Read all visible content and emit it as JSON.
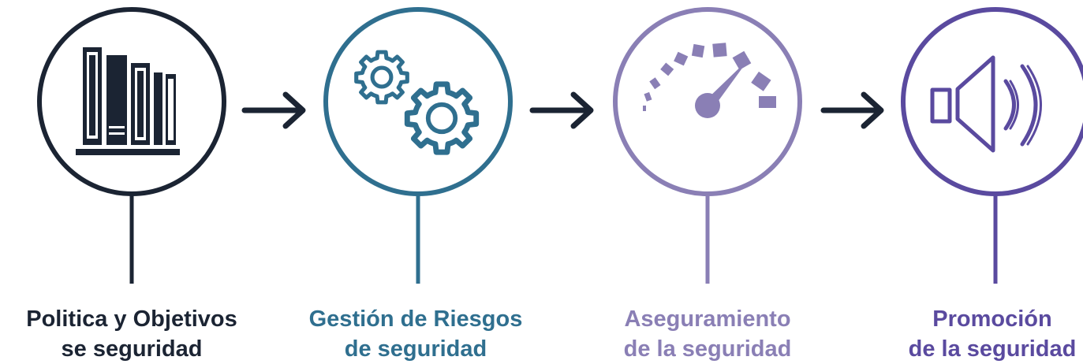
{
  "steps": [
    {
      "icon": "books-icon",
      "color": "#1b2433",
      "line1": "Politica y Objetivos",
      "line2": "se seguridad"
    },
    {
      "icon": "gears-icon",
      "color": "#2f6f8f",
      "line1": "Gestión de Riesgos",
      "line2": "de seguridad"
    },
    {
      "icon": "gauge-icon",
      "color": "#8a7fb5",
      "line1": "Aseguramiento",
      "line2": "de la seguridad"
    },
    {
      "icon": "speaker-icon",
      "color": "#5a4a9f",
      "line1": "Promoción",
      "line2": "de la seguridad"
    }
  ],
  "arrow_color": "#1b2433"
}
